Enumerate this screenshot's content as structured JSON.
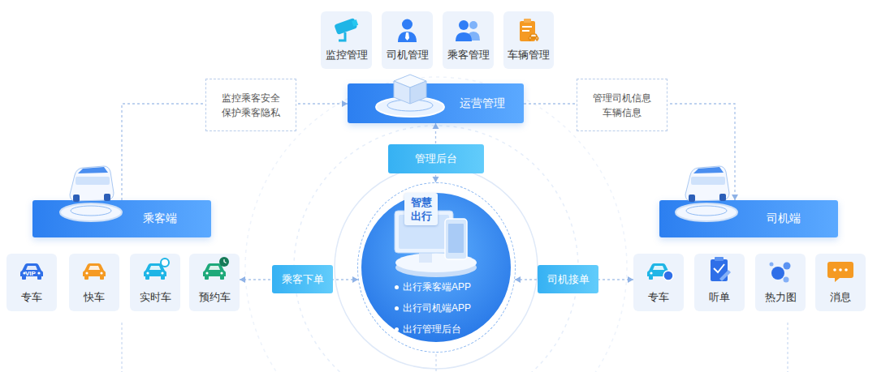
{
  "diagram": {
    "nodes": [
      {
        "text": [
          "监控管理"
        ]
      },
      {
        "text": [
          "司机管理"
        ]
      },
      {
        "text": [
          "乘客管理"
        ]
      },
      {
        "text": [
          "车辆管理"
        ]
      },
      {
        "text": [
          "运营管理"
        ]
      },
      {
        "text": [
          "乘客端"
        ]
      },
      {
        "text": [
          "司机端"
        ]
      },
      {
        "text": [
          "智慧 出行",
          "出行乘客端APP",
          "出行司机端APP",
          "出行管理后台"
        ]
      },
      {
        "text": [
          "专车"
        ]
      },
      {
        "text": [
          "快车"
        ]
      },
      {
        "text": [
          "实时车"
        ]
      },
      {
        "text": [
          "预约车"
        ]
      },
      {
        "text": [
          "专车"
        ]
      },
      {
        "text": [
          "听单"
        ]
      },
      {
        "text": [
          "热力图"
        ]
      },
      {
        "text": [
          "消息"
        ]
      }
    ],
    "edges": [
      {
        "from": 7,
        "to": 4,
        "label": "管理后台",
        "arrow": "both"
      },
      {
        "from": 7,
        "to": 11,
        "label": "乘客下单",
        "arrow": "both"
      },
      {
        "from": 7,
        "to": 12,
        "label": "司机接单",
        "arrow": "both"
      },
      {
        "from": 5,
        "to": 4,
        "label": "监控乘客安全 保护乘客隐私",
        "arrow": "to"
      },
      {
        "from": 4,
        "to": 6,
        "label": "管理司机信息 车辆信息",
        "arrow": "to"
      }
    ],
    "labels": [
      "VIP"
    ]
  }
}
